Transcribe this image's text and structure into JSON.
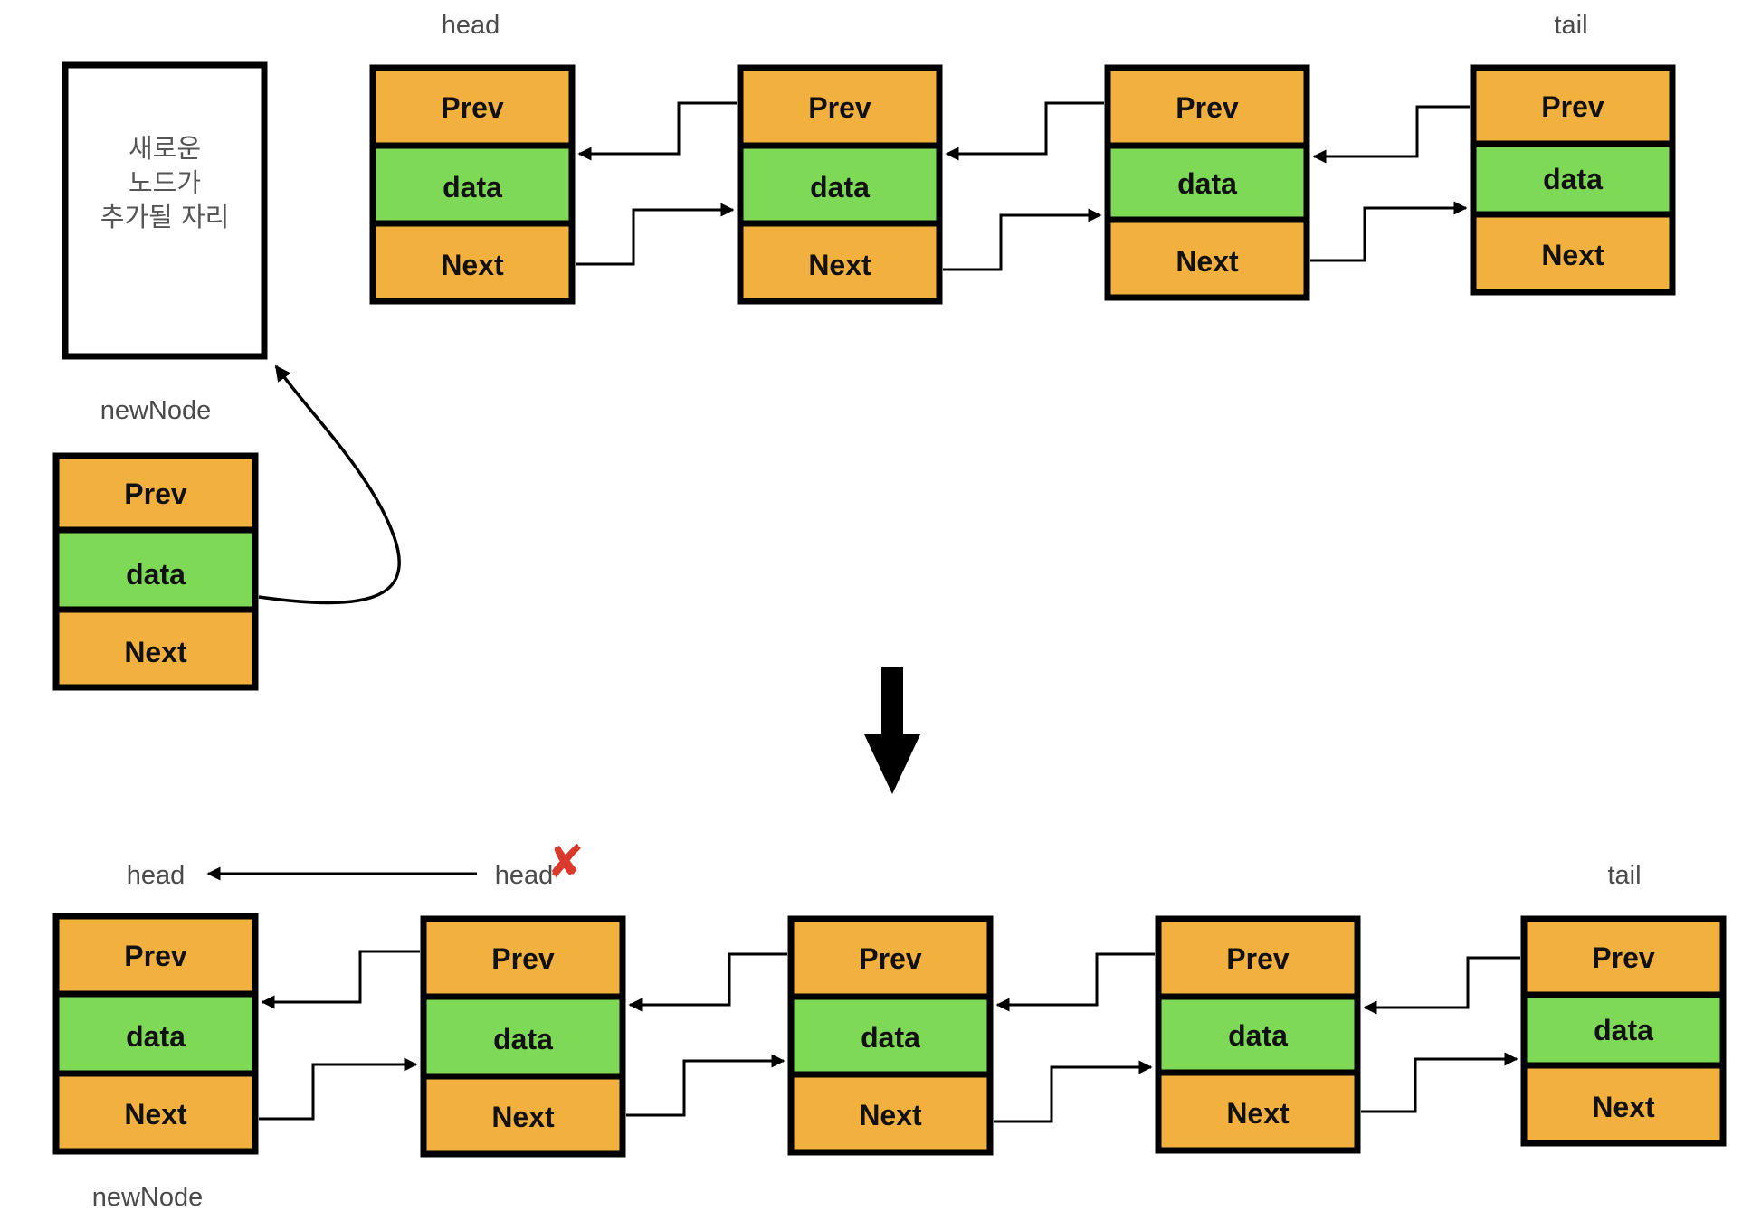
{
  "colors": {
    "pointer_cell": "#F2B13F",
    "data_cell": "#7ED957",
    "border": "#000000",
    "label": "#4a4a4a",
    "cross": "#D93A2B"
  },
  "cells": {
    "prev": "Prev",
    "data": "data",
    "next": "Next"
  },
  "before": {
    "head_label": "head",
    "tail_label": "tail",
    "placeholder_lines": [
      "새로운",
      "노드가",
      "추가될 자리"
    ],
    "new_node_label": "newNode"
  },
  "after": {
    "head_label": "head",
    "old_head_label": "head",
    "tail_label": "tail",
    "new_node_label": "newNode",
    "cross_mark": "✘"
  },
  "transition_icon": "down-arrow-icon"
}
